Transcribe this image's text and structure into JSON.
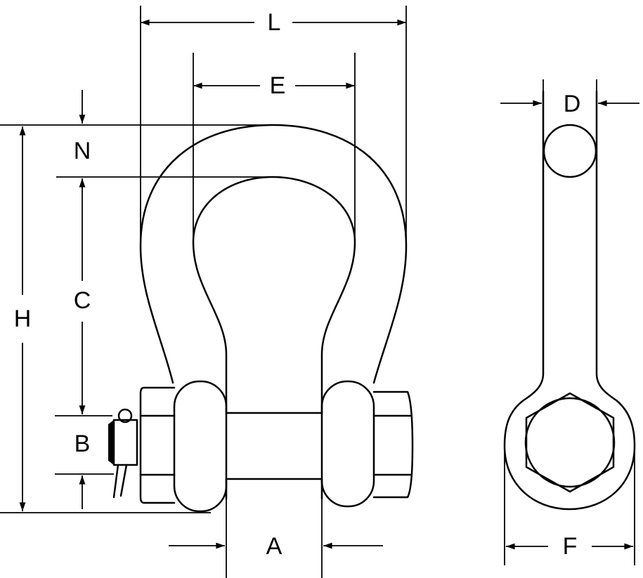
{
  "labels": {
    "L": "L",
    "E": "E",
    "N": "N",
    "C": "C",
    "H": "H",
    "B": "B",
    "A": "A",
    "D": "D",
    "F": "F"
  }
}
